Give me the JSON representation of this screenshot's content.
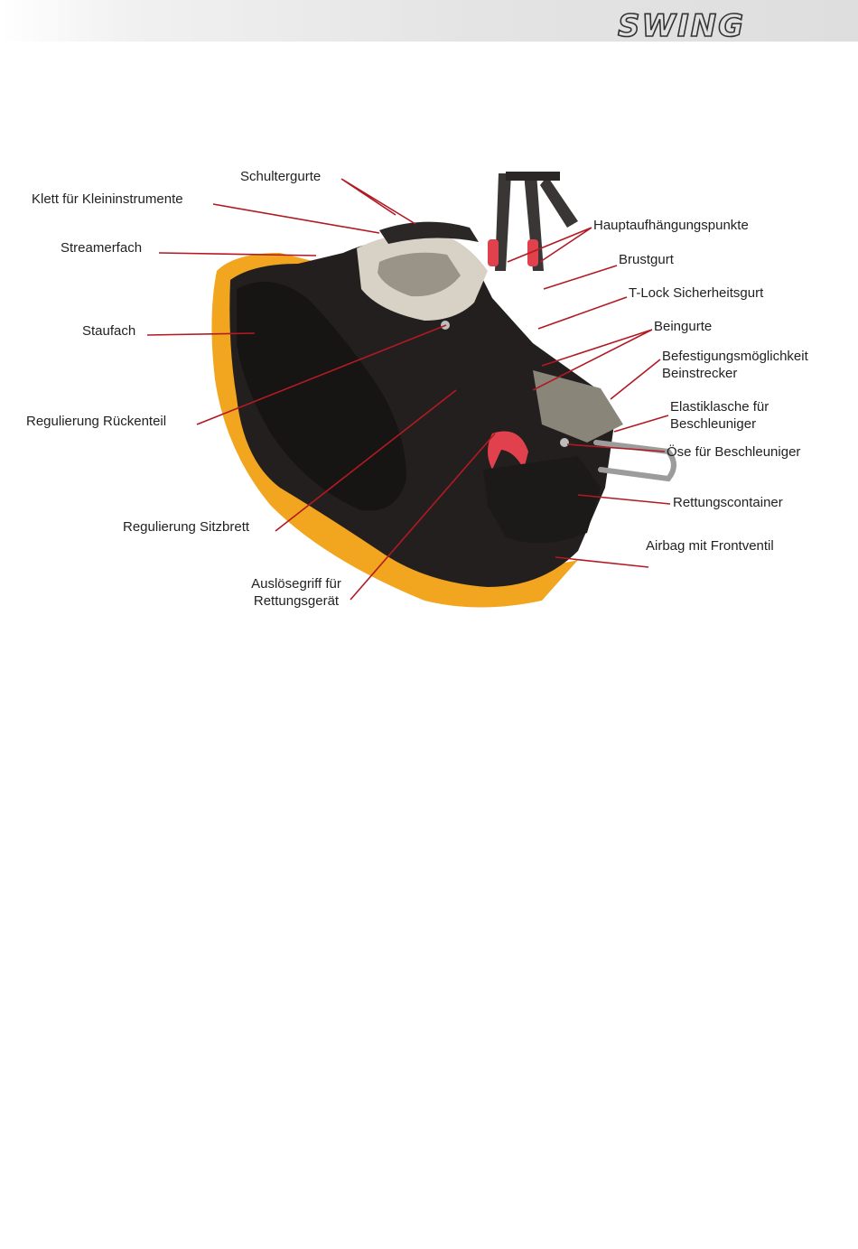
{
  "brand": {
    "logo_text": "SWING"
  },
  "colors": {
    "leader": "#b11a22",
    "harness_body": "#231f1f",
    "harness_trim": "#f2a51f",
    "accent_red": "#e0414c",
    "seat_grey": "#8a8579"
  },
  "labels": {
    "schultergurte": "Schultergurte",
    "klett": "Klett für Kleininstrumente",
    "streamerfach": "Streamerfach",
    "staufach": "Staufach",
    "regulierung_rueckenteil": "Regulierung Rückenteil",
    "regulierung_sitzbrett": "Regulierung Sitzbrett",
    "ausloesegriff": "Auslösegriff für\nRettungsgerät",
    "hauptaufhaengungspunkte": "Hauptaufhängungspunkte",
    "brustgurt": "Brustgurt",
    "tlock": "T-Lock Sicherheitsgurt",
    "beingurte": "Beingurte",
    "befestigung": "Befestigungsmöglichkeit\nBeinstrecker",
    "elastiklasche": "Elastiklasche für\nBeschleuniger",
    "oese": "Öse für Beschleuniger",
    "rettungscontainer": "Rettungscontainer",
    "airbag": "Airbag mit Frontventil"
  }
}
